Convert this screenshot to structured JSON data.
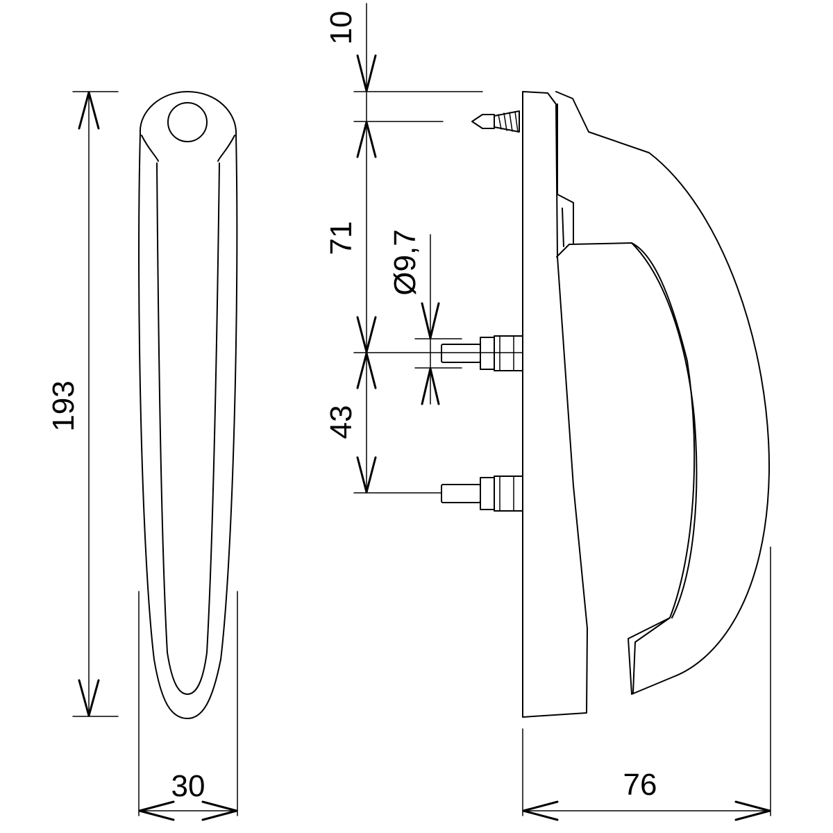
{
  "dimensions": {
    "overall_height": "193",
    "front_width": "30",
    "side_depth": "76",
    "top_offset": "10",
    "screw_to_pin": "71",
    "pin_spacing": "43",
    "pin_diameter": "Ø9,7"
  }
}
